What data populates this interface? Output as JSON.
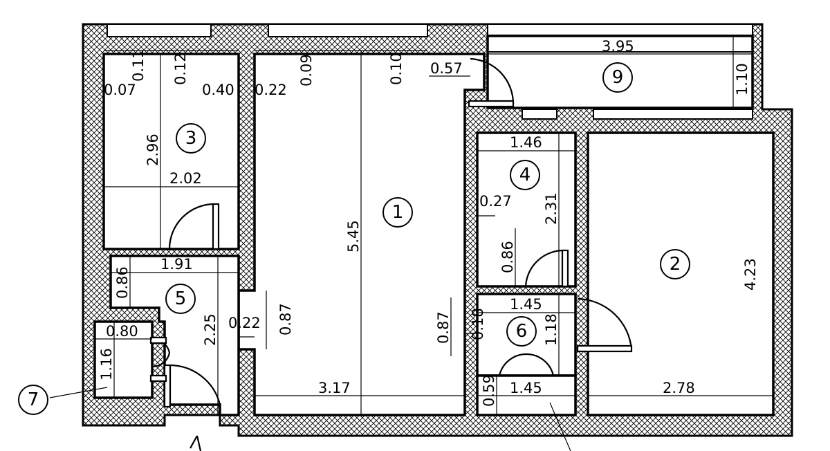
{
  "rooms": {
    "r1": "1",
    "r2": "2",
    "r3": "3",
    "r4": "4",
    "r5": "5",
    "r6": "6",
    "r7": "7",
    "r9": "9"
  },
  "dimensions": {
    "d_007": "0.07",
    "d_011": "0.11",
    "d_012": "0.12",
    "d_040": "0.40",
    "d_022_top": "0.22",
    "d_009": "0.09",
    "d_010": "0.10",
    "d_057": "0.57",
    "d_395": "3.95",
    "d_110": "1.10",
    "d_296": "2.96",
    "d_202": "2.02",
    "d_545": "5.45",
    "d_146": "1.46",
    "d_027": "0.27",
    "d_231": "2.31",
    "d_086_bath": "0.86",
    "d_191": "1.91",
    "d_086_hall": "0.86",
    "d_145_top": "1.45",
    "d_087_left": "0.87",
    "d_022_mid": "0.22",
    "d_087_right": "0.87",
    "d_018": "0.18",
    "d_118": "1.18",
    "d_423": "4.23",
    "d_225": "2.25",
    "d_080": "0.80",
    "d_116": "1.16",
    "d_317": "3.17",
    "d_059": "0.59",
    "d_145_bot": "1.45",
    "d_278": "2.78"
  }
}
